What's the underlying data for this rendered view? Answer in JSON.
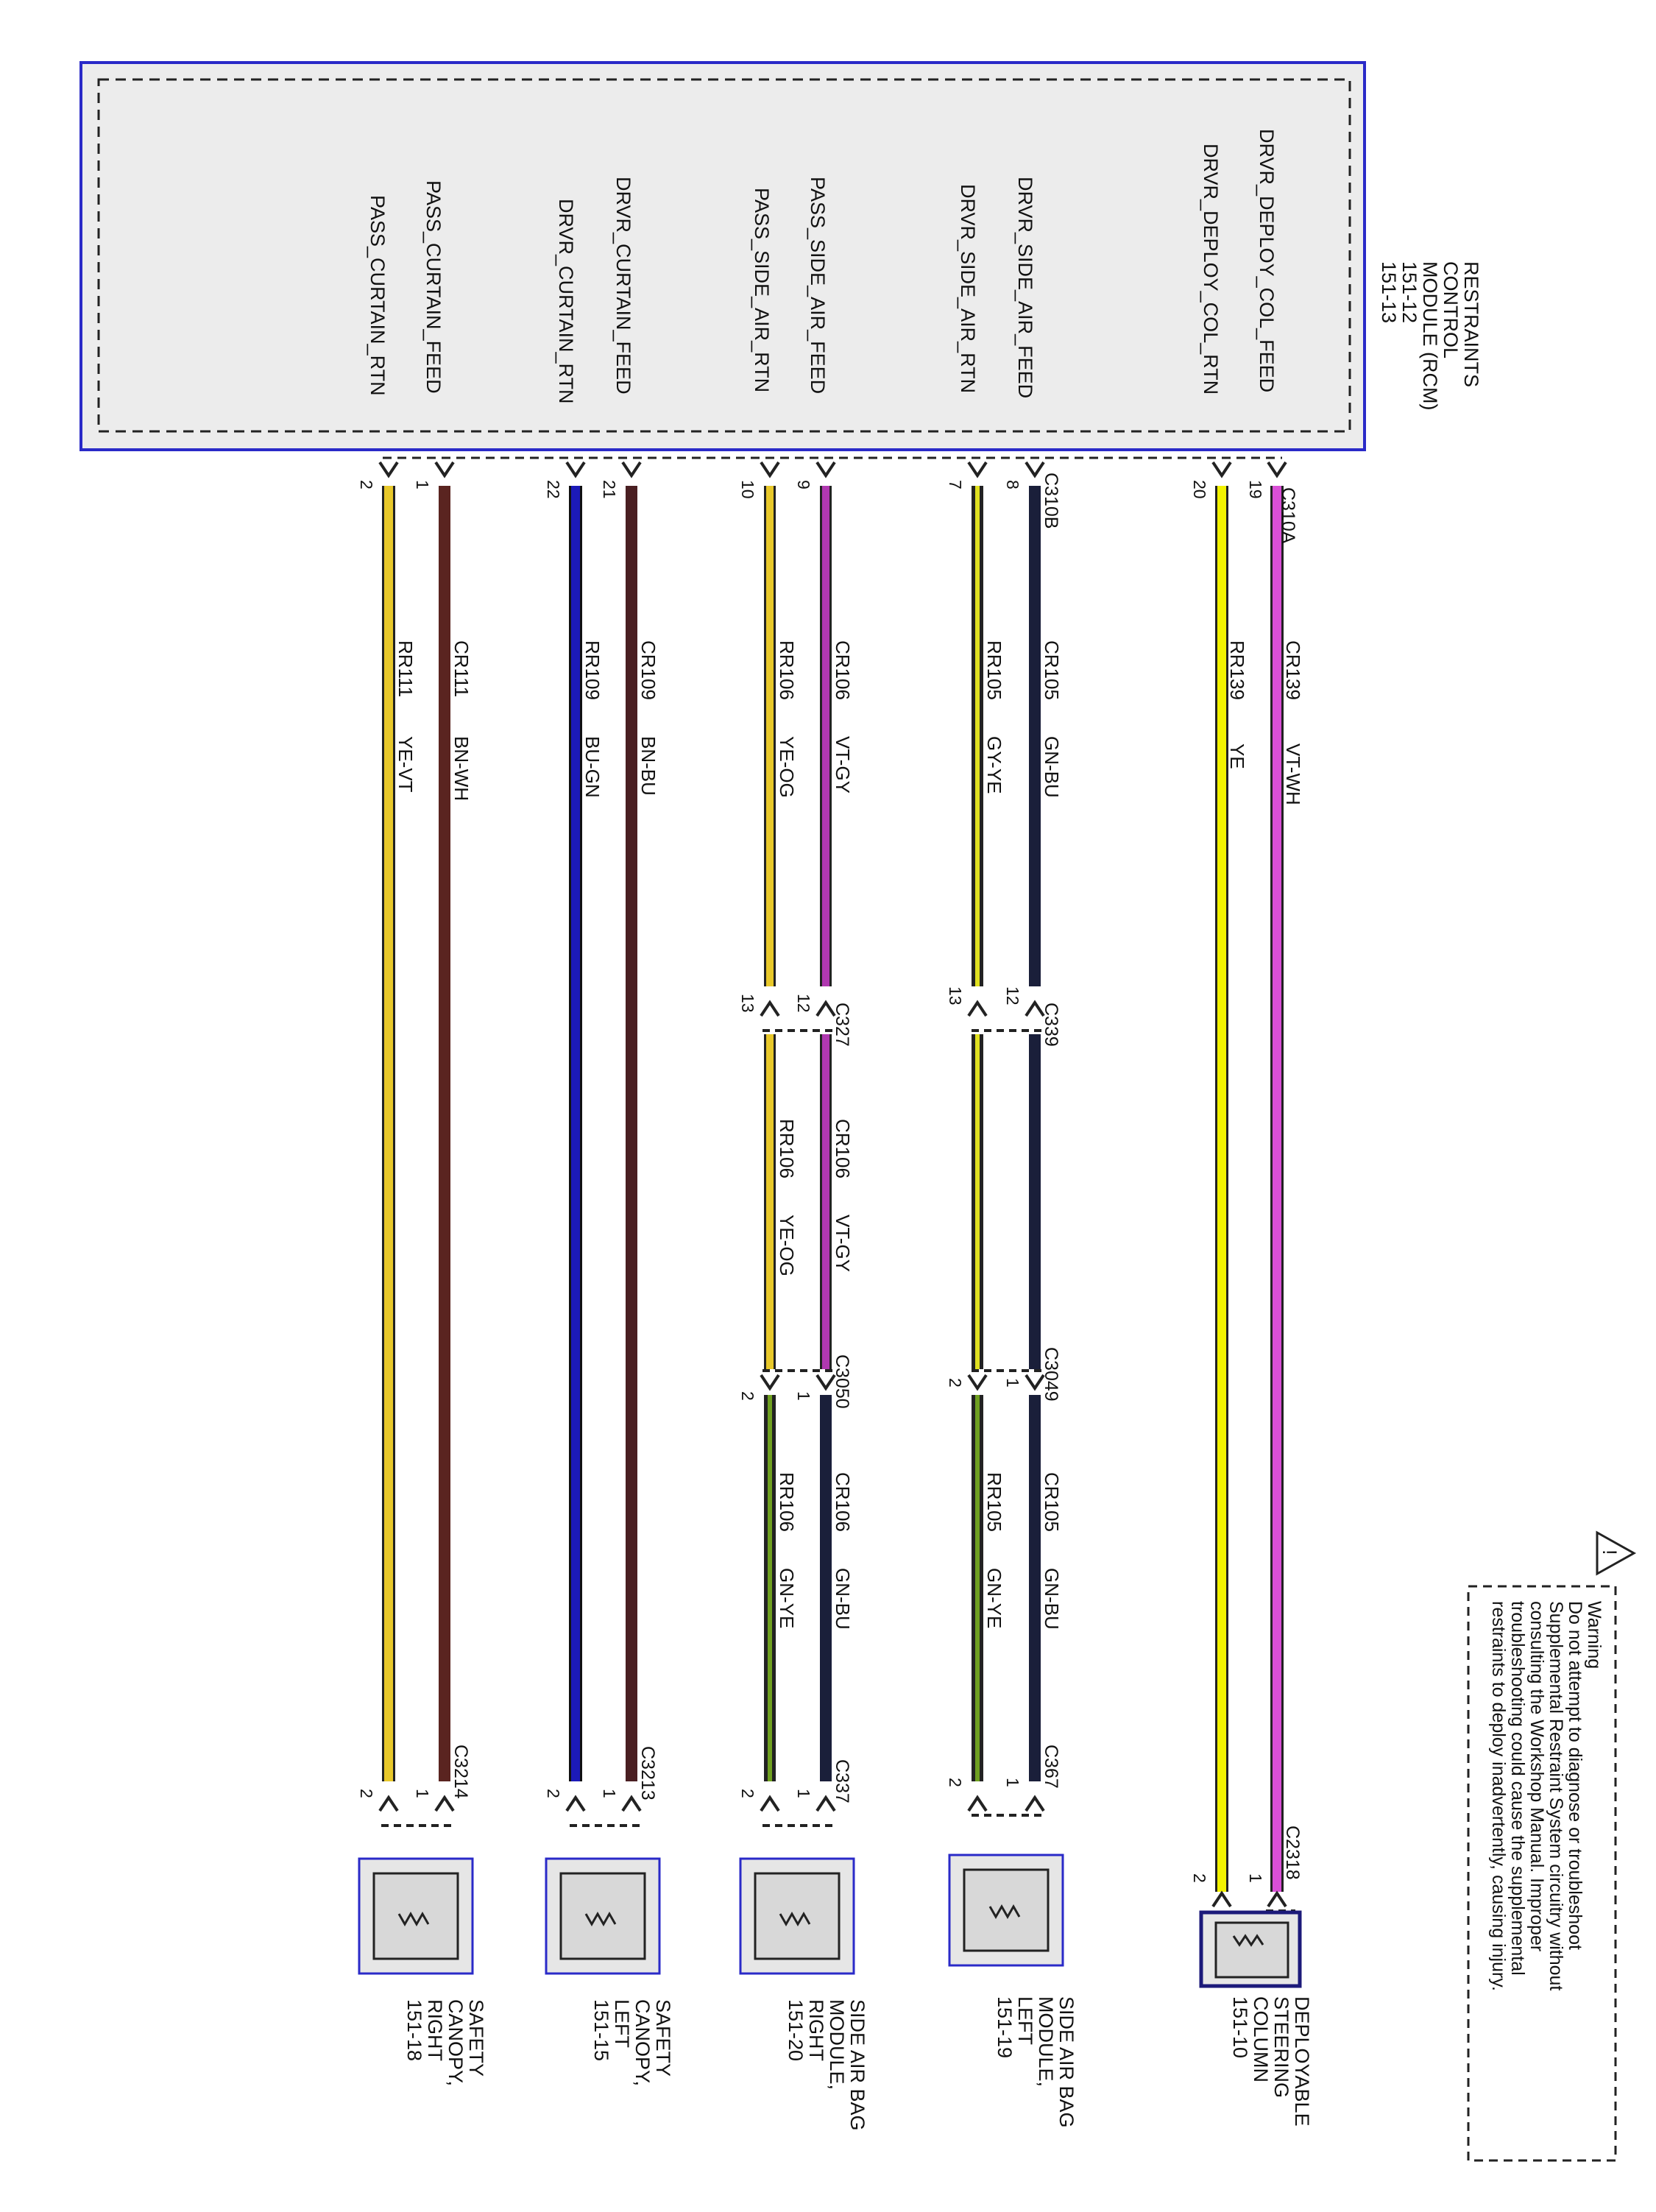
{
  "rcm": {
    "title_lines": [
      "RESTRAINTS",
      "CONTROL",
      "MODULE (RCM)",
      "151-12",
      "151-13"
    ],
    "circuits": [
      "DRVR_DEPLOY_COL_FEED",
      "DRVR_DEPLOY_COL_RTN",
      "DRVR_SIDE_AIR_FEED",
      "DRVR_SIDE_AIR_RTN",
      "PASS_SIDE_AIR_FEED",
      "PASS_SIDE_AIR_RTN",
      "DRVR_CURTAIN_FEED",
      "DRVR_CURTAIN_RTN",
      "PASS_CURTAIN_FEED",
      "PASS_CURTAIN_RTN"
    ]
  },
  "connectors": {
    "c310a": "C310A",
    "c310b": "C310B",
    "c339": "C339",
    "c327": "C327",
    "c3049": "C3049",
    "c3050": "C3050",
    "c2318": "C2318",
    "c367": "C367",
    "c337": "C337",
    "c3213": "C3213",
    "c3214": "C3214"
  },
  "pins": {
    "p19": "19",
    "p20": "20",
    "p8": "8",
    "p7": "7",
    "p9": "9",
    "p10": "10",
    "p21": "21",
    "p22": "22",
    "p1": "1",
    "p2": "2",
    "p12": "12",
    "p13": "13"
  },
  "wires": [
    {
      "circuit": "CR139",
      "color": "VT-WH",
      "hex": "#d94fd6"
    },
    {
      "circuit": "RR139",
      "color": "YE",
      "hex": "#f2f200"
    },
    {
      "circuit": "CR105",
      "color": "GN-BU",
      "hex": "#1a1f3a"
    },
    {
      "circuit": "RR105",
      "color": "GY-YE",
      "hex": "#5e6a1a"
    },
    {
      "circuit": "CR106",
      "color": "VT-GY",
      "hex": "#b038b0"
    },
    {
      "circuit": "RR106",
      "color": "YE-OG",
      "hex": "#e8c82a"
    },
    {
      "circuit": "CR109",
      "color": "BN-BU",
      "hex": "#4a1f22"
    },
    {
      "circuit": "RR109",
      "color": "BU-GN",
      "hex": "#1c1ab8"
    },
    {
      "circuit": "CR111",
      "color": "BN-WH",
      "hex": "#5a2420"
    },
    {
      "circuit": "RR111",
      "color": "YE-VT",
      "hex": "#e8c82a"
    },
    {
      "circuit": "CR105",
      "color": "GN-BU",
      "hex": "#1a1f3a"
    },
    {
      "circuit": "RR105",
      "color": "GN-YE",
      "hex": "#3a5a1a"
    },
    {
      "circuit": "CR106",
      "color": "VT-GY",
      "hex": "#b038b0"
    },
    {
      "circuit": "RR106",
      "color": "YE-OG",
      "hex": "#e8c82a"
    },
    {
      "circuit": "CR106",
      "color": "GN-BU",
      "hex": "#1a1f3a"
    },
    {
      "circuit": "RR106",
      "color": "GN-YE",
      "hex": "#3a5a1a"
    }
  ],
  "components": {
    "steering": [
      "DEPLOYABLE",
      "STEERING",
      "COLUMN",
      "151-10"
    ],
    "side_left": [
      "SIDE AIR BAG",
      "MODULE,",
      "LEFT",
      "151-19"
    ],
    "side_right": [
      "SIDE AIR BAG",
      "MODULE,",
      "RIGHT",
      "151-20"
    ],
    "canopy_left": [
      "SAFETY",
      "CANOPY,",
      "LEFT",
      "151-15"
    ],
    "canopy_right": [
      "SAFETY",
      "CANOPY,",
      "RIGHT",
      "151-18"
    ]
  },
  "warning": {
    "lines": [
      "Warning",
      "Do not attempt to diagnose or troubleshoot",
      "Supplemental Restraint System circuitry without",
      "consulting the Workshop Manual. Improper",
      "troubleshooting could cause the supplemental",
      "restraints to deploy inadvertently, causing injury."
    ]
  },
  "colors": {
    "module_border": "#2a2ac8",
    "module_fill": "#ececec"
  }
}
